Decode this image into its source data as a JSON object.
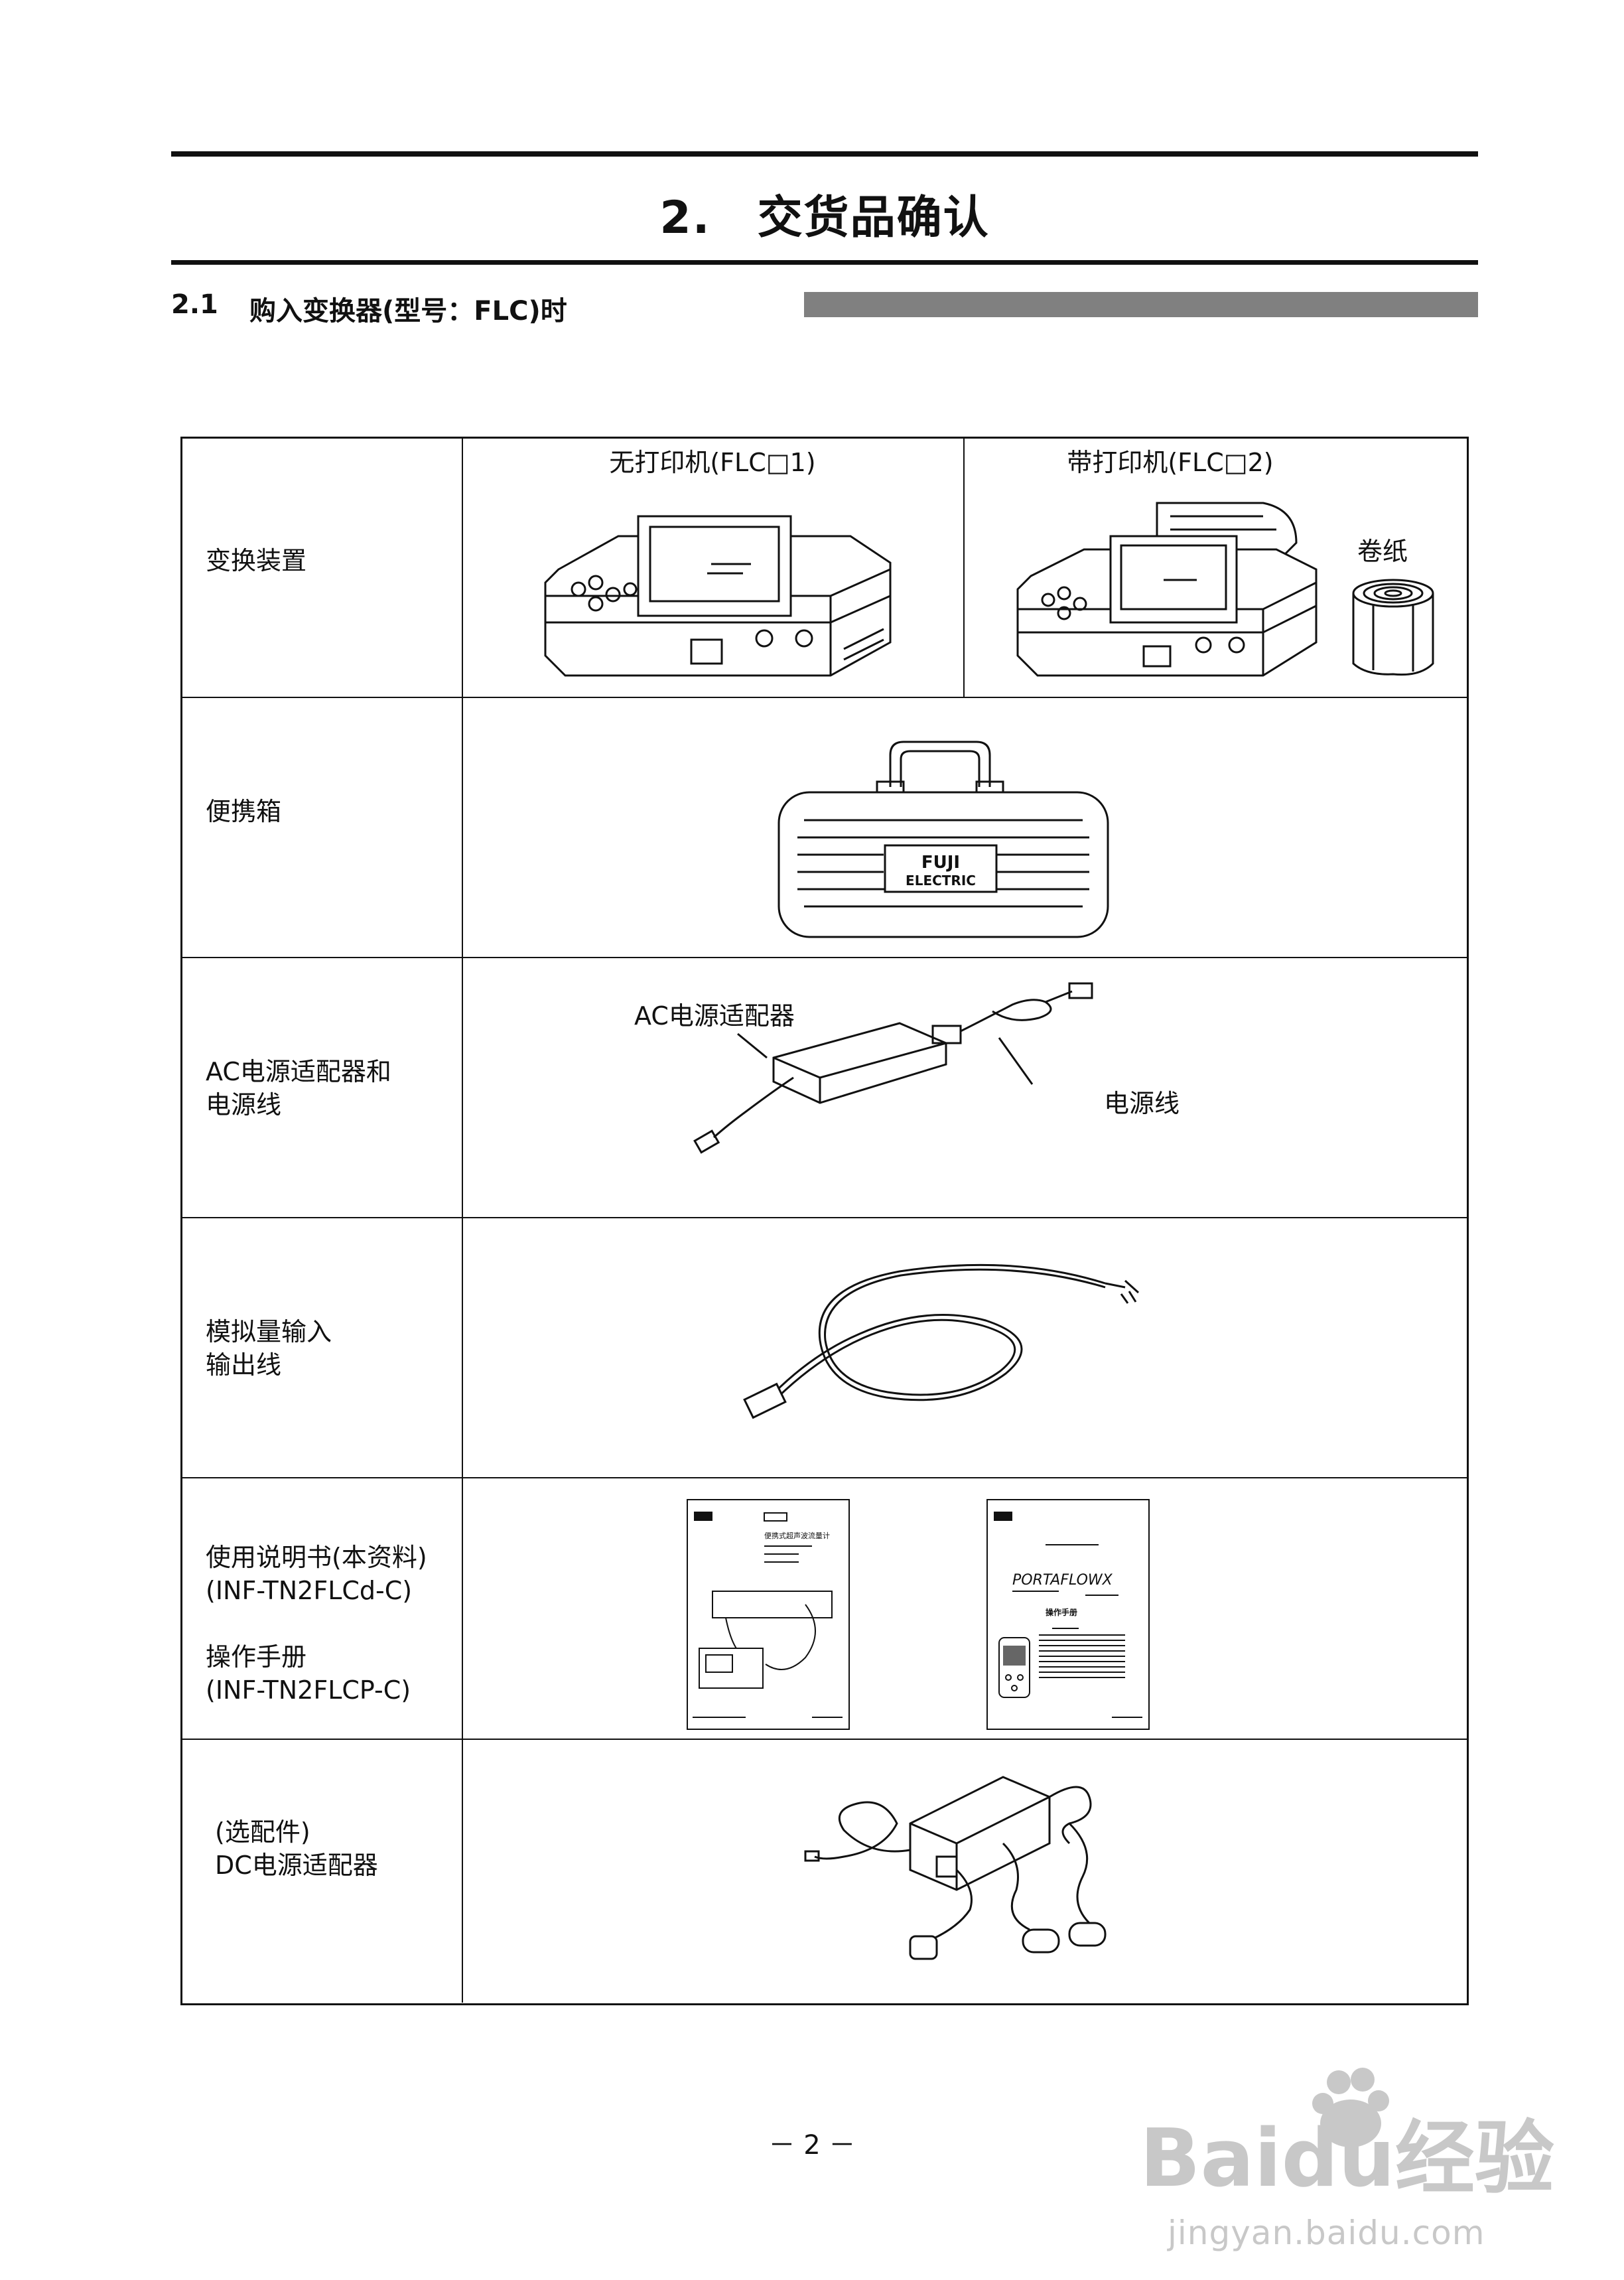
{
  "header": {
    "chapter_title": "2.　交货品确认",
    "section_number": "2.1",
    "section_title": "购入变换器(型号：FLC)时"
  },
  "table": {
    "rows": [
      {
        "label": "变换装置",
        "columns": [
          {
            "caption": "无打印机(FLC□1)"
          },
          {
            "caption": "带打印机(FLC□2)",
            "extra_caption": "卷纸"
          }
        ]
      },
      {
        "label": "便携箱",
        "logo_text": [
          "FUJI",
          "ELECTRIC"
        ]
      },
      {
        "label_lines": [
          "AC电源适配器和",
          "电源线"
        ],
        "callouts": [
          "AC电源适配器",
          "电源线"
        ]
      },
      {
        "label_lines": [
          "模拟量输入",
          "输出线"
        ]
      },
      {
        "label_lines": [
          "使用说明书(本资料)",
          "(INF-TN2FLCd-C)",
          "",
          "操作手册",
          "(INF-TN2FLCP-C)"
        ],
        "manual_cover_text": {
          "left": "便携式超声波流量计",
          "right_brand": "PORTAFLOWX",
          "right_subtitle": "操作手册"
        }
      },
      {
        "label_lines": [
          "(选配件)",
          "DC电源适配器"
        ]
      }
    ]
  },
  "footer": {
    "page_number": "－ 2 －",
    "watermark_text": "Baidu经验",
    "watermark_url": "jingyan.baidu.com"
  },
  "colors": {
    "ink": "#111111",
    "section_bar": "#808080",
    "watermark": "#c8c8c8"
  }
}
